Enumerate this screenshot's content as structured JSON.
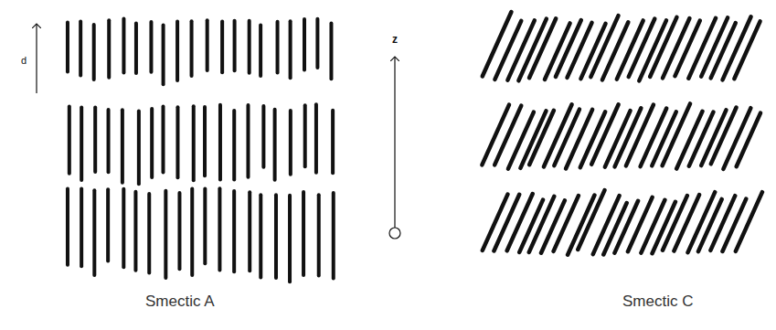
{
  "diagram": {
    "labels": [
      "d",
      "z",
      "Smectic A",
      "Smectic C"
    ]
  }
}
